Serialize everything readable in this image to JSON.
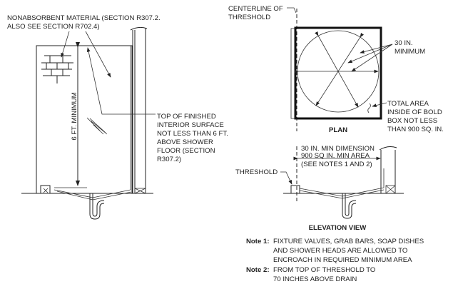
{
  "left_view": {
    "material_label": [
      "NONABSORBENT MATERIAL (SECTION R307.2.",
      "ALSO SEE SECTION R702.4)"
    ],
    "dimension_label": "6 FT. MINIMUM",
    "surface_note": [
      "TOP OF FINISHED",
      "INTERIOR SURFACE",
      "NOT LESS THAN 6 FT.",
      "ABOVE SHOWER",
      "FLOOR (SECTION",
      "R307.2)"
    ]
  },
  "plan": {
    "centerline_label": [
      "CENTERLINE OF",
      "THRESHOLD"
    ],
    "min_label": [
      "30 IN.",
      "MINIMUM"
    ],
    "area_label": [
      "TOTAL AREA",
      "INSIDE OF BOLD",
      "BOX NOT LESS",
      "THAN 900 SQ. IN."
    ],
    "title": "PLAN"
  },
  "elevation": {
    "dimension_label": [
      "30 IN. MIN DIMENSION",
      "900 SQ IN. MIN AREA",
      "(SEE NOTES 1 AND 2)"
    ],
    "threshold_label": "THRESHOLD",
    "title": "ELEVATION VIEW"
  },
  "notes": [
    {
      "label": "Note 1:",
      "lines": [
        "FIXTURE VALVES, GRAB BARS, SOAP DISHES",
        "AND SHOWER HEADS ARE ALLOWED TO",
        "ENCROACH IN REQUIRED MINIMUM AREA"
      ]
    },
    {
      "label": "Note 2:",
      "lines": [
        "FROM TOP OF THRESHOLD TO",
        "70 INCHES ABOVE DRAIN"
      ]
    }
  ]
}
